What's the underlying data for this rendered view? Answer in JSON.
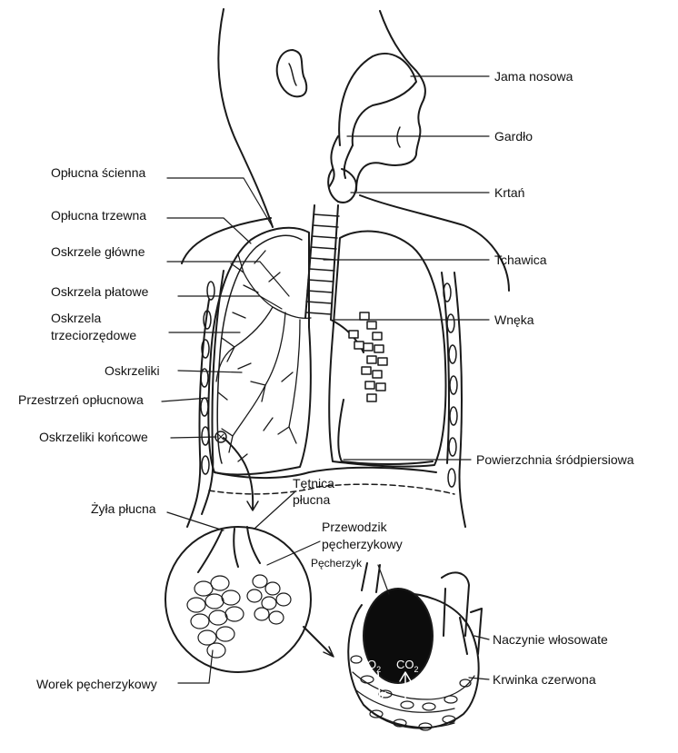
{
  "labels": {
    "jama_nosowa": "Jama nosowa",
    "gardlo": "Gardło",
    "krtan": "Krtań",
    "tchawica": "Tchawica",
    "wneka": "Wnęka",
    "powierzchnia_srodpiersiowa": "Powierzchnia śródpiersiowa",
    "oplucna_scienna": "Opłucna ścienna",
    "oplucna_trzewna": "Opłucna trzewna",
    "oskrzele_glowne": "Oskrzele główne",
    "oskrzela_platowe": "Oskrzela płatowe",
    "oskrzela_trzeciorzedowe_1": "Oskrzela",
    "oskrzela_trzeciorzedowe_2": "trzeciorzędowe",
    "oskrzeliki": "Oskrzeliki",
    "przestrzen_oplucnowa": "Przestrzeń opłucnowa",
    "oskrzeliki_koncowe": "Oskrzeliki końcowe",
    "tetnica_1": "Tętnica",
    "tetnica_2": "płucna",
    "zyla_plucna": "Żyła płucna",
    "przewodzik_1": "Przewodzik",
    "przewodzik_2": "pęcherzykowy",
    "pecherzyk": "Pęcherzyk",
    "naczynie_wlosowate": "Naczynie włosowate",
    "krwinka_czerwona": "Krwinka czerwona",
    "worek_pecherzykowy": "Worek pęcherzykowy",
    "o2": "O",
    "o2_sub": "2",
    "co2": "CO",
    "co2_sub": "2"
  },
  "colors": {
    "line": "#1a1a1a",
    "alveolus_fill": "#0c0c0c",
    "background": "#ffffff"
  }
}
